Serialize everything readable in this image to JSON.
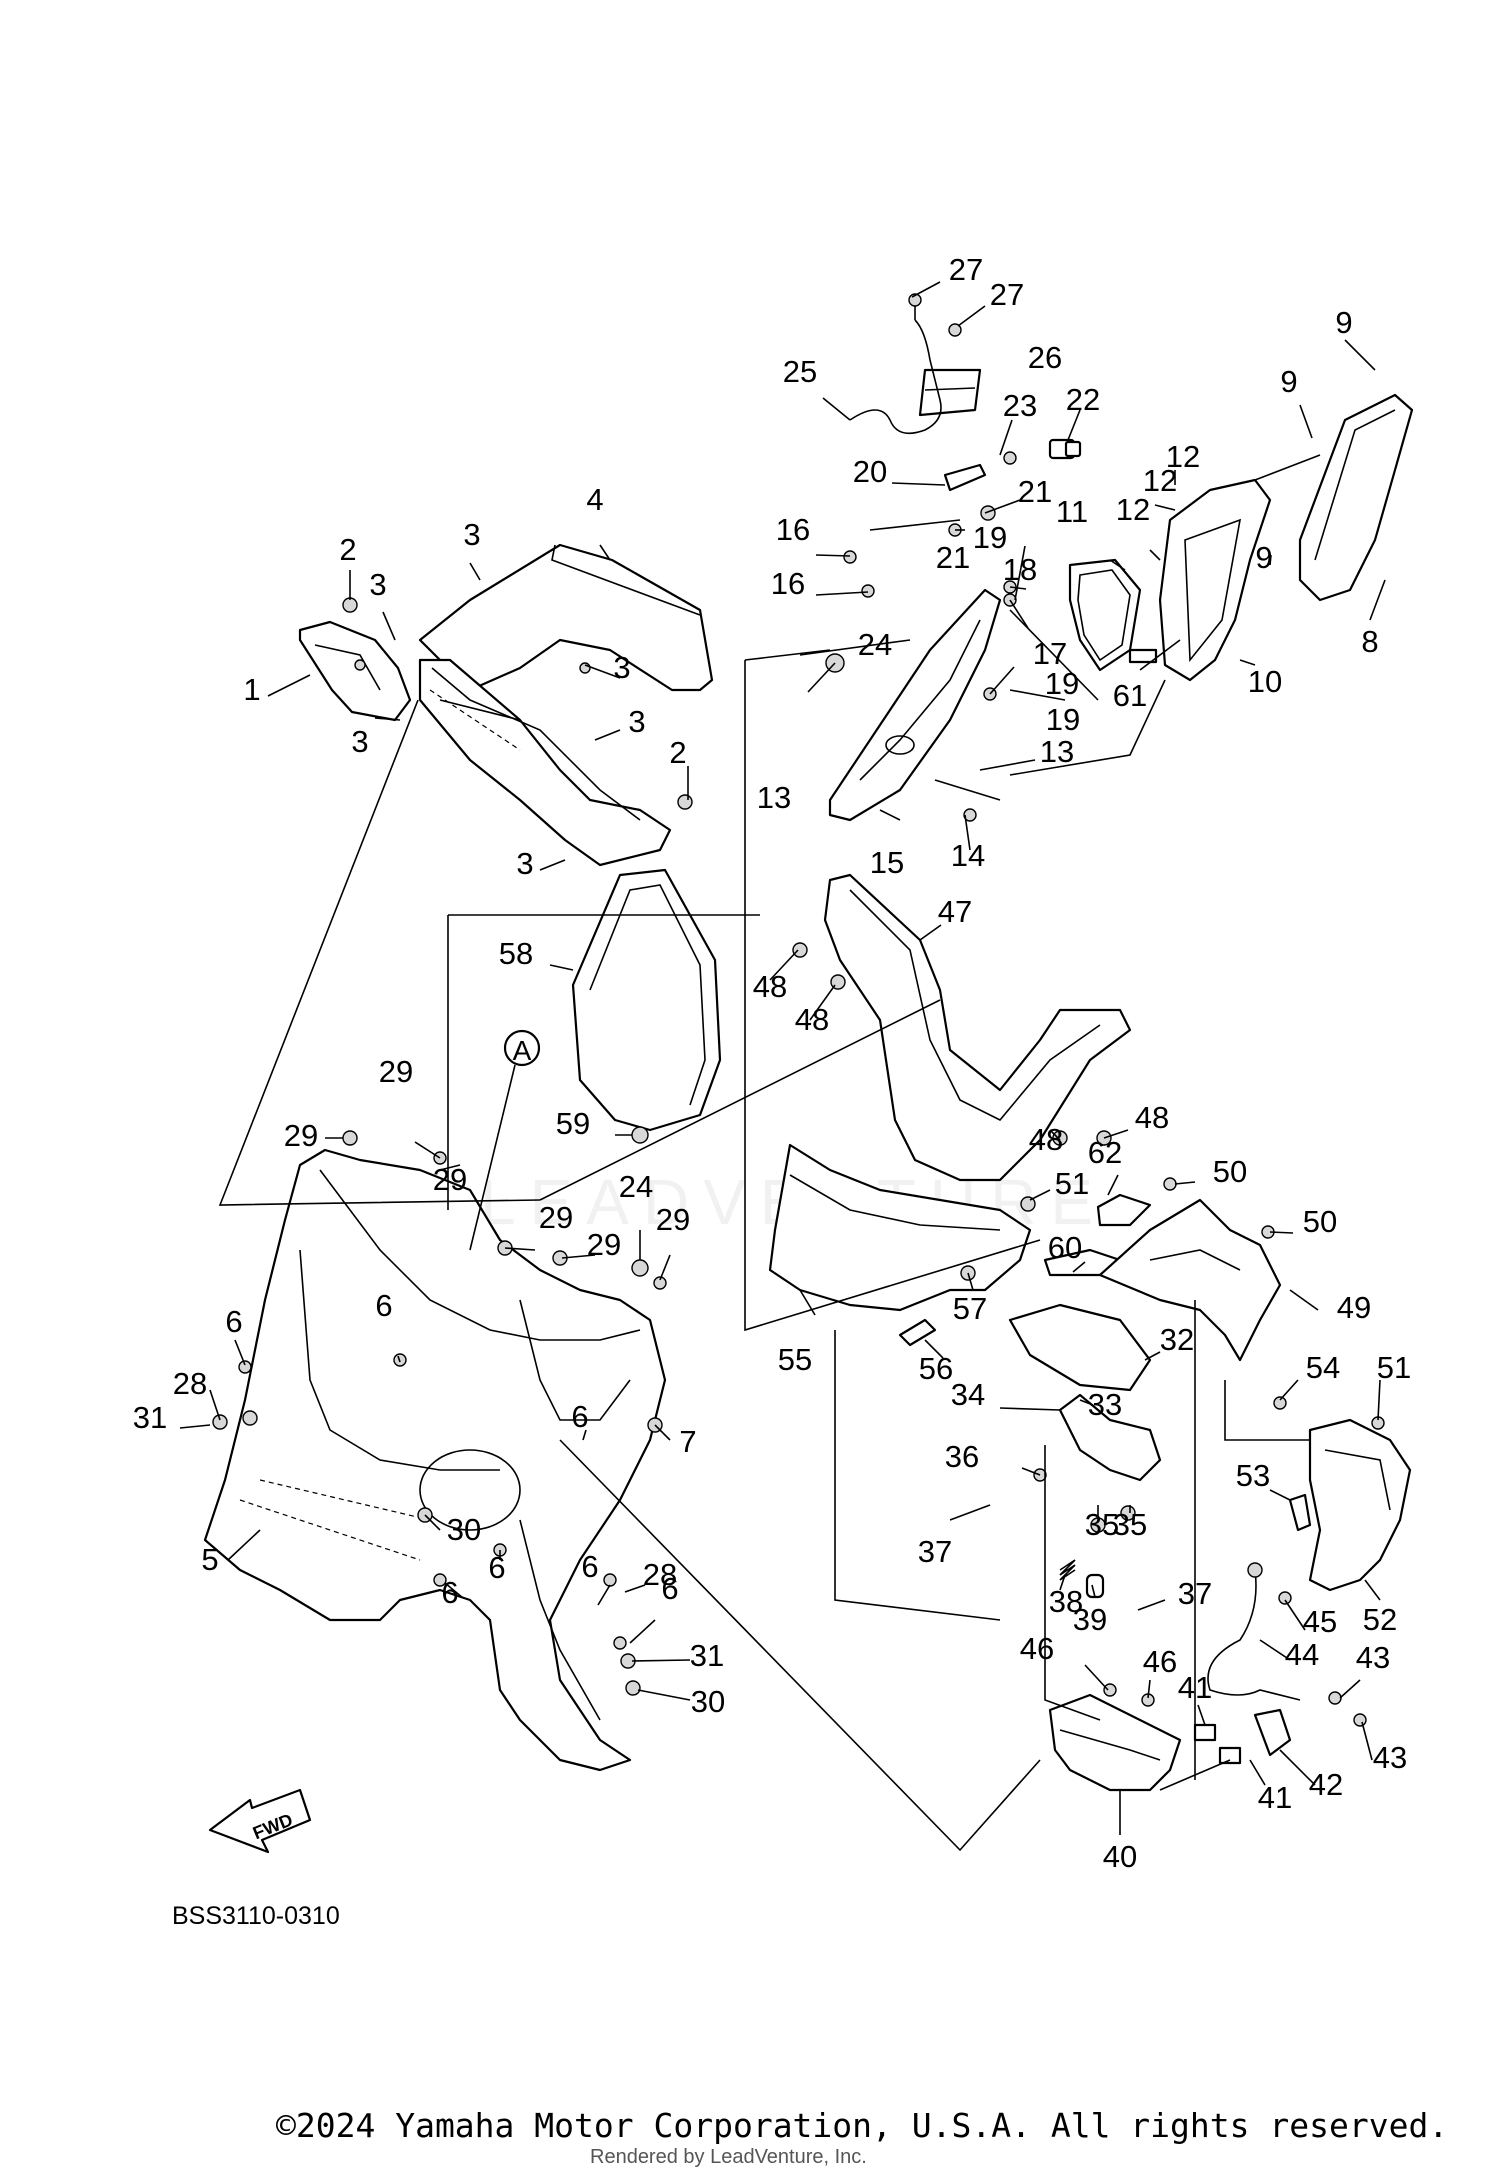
{
  "diagram_code": "BSS3110-0310",
  "copyright": "©2024 Yamaha Motor Corporation, U.S.A. All rights reserved.",
  "rendered_by": "Rendered by LeadVenture, Inc.",
  "watermark": "LEADVENTURE",
  "fwd_label": "FWD",
  "view_marker": "A",
  "callouts": [
    {
      "id": "c27a",
      "label": "27"
    },
    {
      "id": "c27b",
      "label": "27"
    },
    {
      "id": "c26",
      "label": "26"
    },
    {
      "id": "c25",
      "label": "25"
    },
    {
      "id": "c22",
      "label": "22"
    },
    {
      "id": "c23",
      "label": "23"
    },
    {
      "id": "c20",
      "label": "20"
    },
    {
      "id": "c21a",
      "label": "21"
    },
    {
      "id": "c21b",
      "label": "21"
    },
    {
      "id": "c16a",
      "label": "16"
    },
    {
      "id": "c16b",
      "label": "16"
    },
    {
      "id": "c19a",
      "label": "19"
    },
    {
      "id": "c18",
      "label": "18"
    },
    {
      "id": "c24a",
      "label": "24"
    },
    {
      "id": "c17",
      "label": "17"
    },
    {
      "id": "c19b",
      "label": "19"
    },
    {
      "id": "c19c",
      "label": "19"
    },
    {
      "id": "c13a",
      "label": "13"
    },
    {
      "id": "c13b",
      "label": "13"
    },
    {
      "id": "c15",
      "label": "15"
    },
    {
      "id": "c14",
      "label": "14"
    },
    {
      "id": "c11",
      "label": "11"
    },
    {
      "id": "c12a",
      "label": "12"
    },
    {
      "id": "c12b",
      "label": "12"
    },
    {
      "id": "c12c",
      "label": "12"
    },
    {
      "id": "c61",
      "label": "61"
    },
    {
      "id": "c10",
      "label": "10"
    },
    {
      "id": "c9a",
      "label": "9"
    },
    {
      "id": "c9b",
      "label": "9"
    },
    {
      "id": "c9c",
      "label": "9"
    },
    {
      "id": "c8",
      "label": "8"
    },
    {
      "id": "c2a",
      "label": "2"
    },
    {
      "id": "c3a",
      "label": "3"
    },
    {
      "id": "c3b",
      "label": "3"
    },
    {
      "id": "c4",
      "label": "4"
    },
    {
      "id": "c1",
      "label": "1"
    },
    {
      "id": "c3c",
      "label": "3"
    },
    {
      "id": "c3d",
      "label": "3"
    },
    {
      "id": "c3e",
      "label": "3"
    },
    {
      "id": "c2b",
      "label": "2"
    },
    {
      "id": "c3f",
      "label": "3"
    },
    {
      "id": "c58",
      "label": "58"
    },
    {
      "id": "c59",
      "label": "59"
    },
    {
      "id": "c47",
      "label": "47"
    },
    {
      "id": "c48a",
      "label": "48"
    },
    {
      "id": "c48b",
      "label": "48"
    },
    {
      "id": "c48c",
      "label": "48"
    },
    {
      "id": "c48d",
      "label": "48"
    },
    {
      "id": "c29a",
      "label": "29"
    },
    {
      "id": "c29b",
      "label": "29"
    },
    {
      "id": "c29c",
      "label": "29"
    },
    {
      "id": "c29d",
      "label": "29"
    },
    {
      "id": "c29e",
      "label": "29"
    },
    {
      "id": "c29f",
      "label": "29"
    },
    {
      "id": "c24b",
      "label": "24"
    },
    {
      "id": "c62",
      "label": "62"
    },
    {
      "id": "c51a",
      "label": "51"
    },
    {
      "id": "c50a",
      "label": "50"
    },
    {
      "id": "c50b",
      "label": "50"
    },
    {
      "id": "c49",
      "label": "49"
    },
    {
      "id": "c60",
      "label": "60"
    },
    {
      "id": "c57",
      "label": "57"
    },
    {
      "id": "c55",
      "label": "55"
    },
    {
      "id": "c56",
      "label": "56"
    },
    {
      "id": "c32",
      "label": "32"
    },
    {
      "id": "c33",
      "label": "33"
    },
    {
      "id": "c34",
      "label": "34"
    },
    {
      "id": "c36",
      "label": "36"
    },
    {
      "id": "c35a",
      "label": "35"
    },
    {
      "id": "c35b",
      "label": "35"
    },
    {
      "id": "c37a",
      "label": "37"
    },
    {
      "id": "c38",
      "label": "38"
    },
    {
      "id": "c39",
      "label": "39"
    },
    {
      "id": "c37b",
      "label": "37"
    },
    {
      "id": "c54",
      "label": "54"
    },
    {
      "id": "c51b",
      "label": "51"
    },
    {
      "id": "c53",
      "label": "53"
    },
    {
      "id": "c52",
      "label": "52"
    },
    {
      "id": "c45",
      "label": "45"
    },
    {
      "id": "c44",
      "label": "44"
    },
    {
      "id": "c43a",
      "label": "43"
    },
    {
      "id": "c43b",
      "label": "43"
    },
    {
      "id": "c46a",
      "label": "46"
    },
    {
      "id": "c46b",
      "label": "46"
    },
    {
      "id": "c41a",
      "label": "41"
    },
    {
      "id": "c41b",
      "label": "41"
    },
    {
      "id": "c42",
      "label": "42"
    },
    {
      "id": "c40",
      "label": "40"
    },
    {
      "id": "c6a",
      "label": "6"
    },
    {
      "id": "c6b",
      "label": "6"
    },
    {
      "id": "c6c",
      "label": "6"
    },
    {
      "id": "c6d",
      "label": "6"
    },
    {
      "id": "c6e",
      "label": "6"
    },
    {
      "id": "c6f",
      "label": "6"
    },
    {
      "id": "c6g",
      "label": "6"
    },
    {
      "id": "c28a",
      "label": "28"
    },
    {
      "id": "c28b",
      "label": "28"
    },
    {
      "id": "c31a",
      "label": "31"
    },
    {
      "id": "c31b",
      "label": "31"
    },
    {
      "id": "c5",
      "label": "5"
    },
    {
      "id": "c30a",
      "label": "30"
    },
    {
      "id": "c30b",
      "label": "30"
    },
    {
      "id": "c7",
      "label": "7"
    }
  ]
}
